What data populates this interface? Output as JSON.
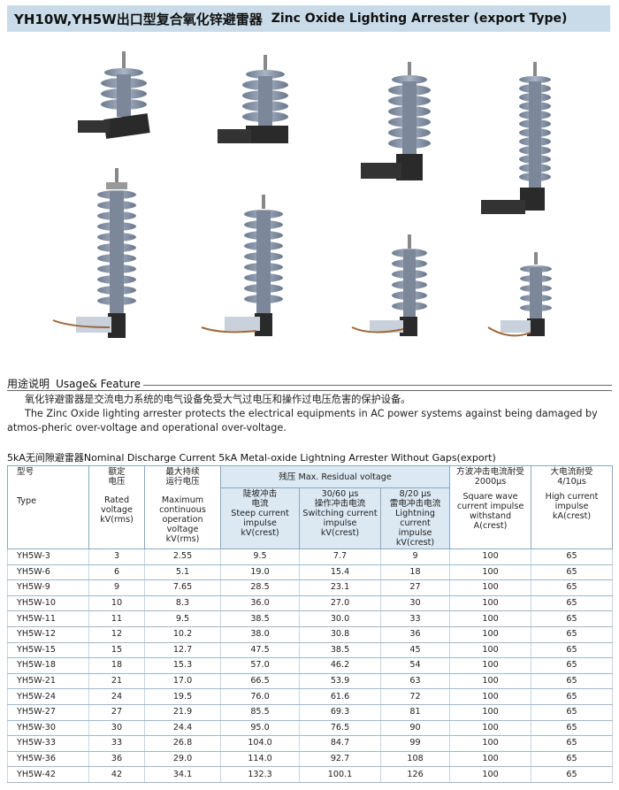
{
  "header": {
    "title_cn": "YH10W,YH5W出口型复合氧化锌避雷器",
    "title_en": "Zinc Oxide Lighting Arrester (export Type)"
  },
  "usage": {
    "heading_cn": "用途说明",
    "heading_en": "Usage& Feature",
    "para_cn": "氧化锌避雷器是交流电力系统的电气设备免受大气过电压和操作过电压危害的保护设备。",
    "para_en": "The Zinc Oxide lighting arrester protects the electrical equipments in AC power systems against being damaged by atmos-pheric over-voltage and operational over-voltage."
  },
  "table": {
    "caption": "5kA无间隙避雷器Nominal Discharge Current 5kA Metal-oxide Lightning Arrester Without Gaps(export)",
    "headers": {
      "type_cn": "型号",
      "type_en": "Type",
      "rated_cn": "额定\n电压",
      "rated_en": "Rated\nvoltage\nkV(rms)",
      "mcov_cn": "最大持续\n运行电压",
      "mcov_en": "Maximum\ncontinuous\noperation voltage\nkV(rms)",
      "residual": "残压 Max. Residual voltage",
      "steep_cn": "陡坡冲击\n电流",
      "steep_en": "Steep current\nimpulse\nkV(crest)",
      "switch_cn": "30/60 μs\n操作冲击电流",
      "switch_en": "Switching current\nimpulse\nkV(crest)",
      "light_cn": "8/20 μs\n雷电冲击电流",
      "light_en": "Lightning current\nimpulse\nkV(crest)",
      "square_cn": "方波冲击电流耐受\n2000μs",
      "square_en": "Square wave\ncurrent impulse\nwithstand\nA(crest)",
      "high_cn": "大电流耐受\n4/10μs",
      "high_en": "High current\nimpulse\nkA(crest)"
    },
    "rows": [
      [
        "YH5W-3",
        "3",
        "2.55",
        "9.5",
        "7.7",
        "9",
        "100",
        "65"
      ],
      [
        "YH5W-6",
        "6",
        "5.1",
        "19.0",
        "15.4",
        "18",
        "100",
        "65"
      ],
      [
        "YH5W-9",
        "9",
        "7.65",
        "28.5",
        "23.1",
        "27",
        "100",
        "65"
      ],
      [
        "YH5W-10",
        "10",
        "8.3",
        "36.0",
        "27.0",
        "30",
        "100",
        "65"
      ],
      [
        "YH5W-11",
        "11",
        "9.5",
        "38.5",
        "30.0",
        "33",
        "100",
        "65"
      ],
      [
        "YH5W-12",
        "12",
        "10.2",
        "38.0",
        "30.8",
        "36",
        "100",
        "65"
      ],
      [
        "YH5W-15",
        "15",
        "12.7",
        "47.5",
        "38.5",
        "45",
        "100",
        "65"
      ],
      [
        "YH5W-18",
        "18",
        "15.3",
        "57.0",
        "46.2",
        "54",
        "100",
        "65"
      ],
      [
        "YH5W-21",
        "21",
        "17.0",
        "66.5",
        "53.9",
        "63",
        "100",
        "65"
      ],
      [
        "YH5W-24",
        "24",
        "19.5",
        "76.0",
        "61.6",
        "72",
        "100",
        "65"
      ],
      [
        "YH5W-27",
        "27",
        "21.9",
        "85.5",
        "69.3",
        "81",
        "100",
        "65"
      ],
      [
        "YH5W-30",
        "30",
        "24.4",
        "95.0",
        "76.5",
        "90",
        "100",
        "65"
      ],
      [
        "YH5W-33",
        "33",
        "26.8",
        "104.0",
        "84.7",
        "99",
        "100",
        "65"
      ],
      [
        "YH5W-36",
        "36",
        "29.0",
        "114.0",
        "92.7",
        "108",
        "100",
        "65"
      ],
      [
        "YH5W-42",
        "42",
        "34.1",
        "132.3",
        "100.1",
        "126",
        "100",
        "65"
      ]
    ]
  },
  "colors": {
    "title_band": "#c9dbe8",
    "insulator": "#8d9aae",
    "bracket": "#2a2a2a",
    "table_head": "#dce9f3"
  }
}
